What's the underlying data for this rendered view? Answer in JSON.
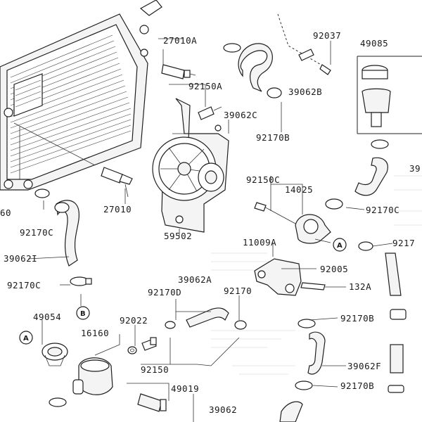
{
  "parts": {
    "p27010A": "27010A",
    "p92037": "92037",
    "p49085": "49085",
    "p92150A": "92150A",
    "p39062B": "39062B",
    "p39062C": "39062C",
    "p92170B_top": "92170B",
    "p39_right": "39",
    "p92150C": "92150C",
    "p14025": "14025",
    "p60": "60",
    "p27010": "27010",
    "p92170C_right": "92170C",
    "p92170C_left": "92170C",
    "p59502": "59502",
    "p11009A": "11009A",
    "p9217_right": "9217",
    "p39062I": "39062I",
    "p92005": "92005",
    "p92170C_mid": "92170C",
    "p39062A": "39062A",
    "p132A": "132A",
    "p92170D": "92170D",
    "p92170": "92170",
    "p49054": "49054",
    "p92022": "92022",
    "p92170B_mid": "92170B",
    "p16160": "16160",
    "p39062F": "39062F",
    "p92150": "92150",
    "p49019": "49019",
    "p92170B_bot": "92170B",
    "p39062_bot": "39062"
  },
  "callouts": {
    "A_right": "A",
    "B_left": "B",
    "A_left": "A"
  }
}
